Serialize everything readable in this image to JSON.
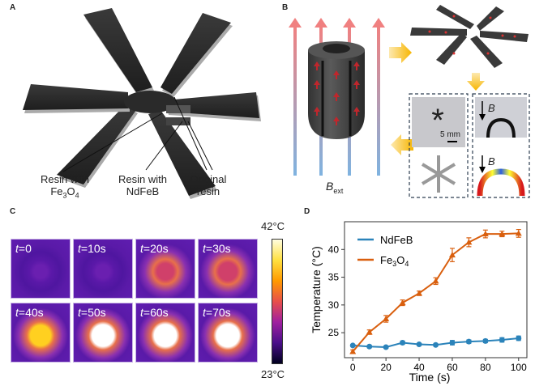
{
  "panels": {
    "a": {
      "letter": "A",
      "labels": [
        {
          "line1": "Resin with",
          "line2": "Fe",
          "sub1": "3",
          "mid": "O",
          "sub2": "4"
        },
        {
          "line1": "Resin with",
          "line2": "NdFeB"
        },
        {
          "line1": "Original",
          "line2": "resin"
        }
      ]
    },
    "b": {
      "letter": "B",
      "field_label": "B",
      "field_sub": "ext",
      "scale_bar": "5 mm",
      "force_label": "B"
    },
    "c": {
      "letter": "C",
      "frames": [
        {
          "label": "=0",
          "heat": 0
        },
        {
          "label": "=10s",
          "heat": 0.05
        },
        {
          "label": "=20s",
          "heat": 0.35
        },
        {
          "label": "=30s",
          "heat": 0.5
        },
        {
          "label": "=40s",
          "heat": 0.75
        },
        {
          "label": "=50s",
          "heat": 0.9
        },
        {
          "label": "=60s",
          "heat": 0.95
        },
        {
          "label": "=70s",
          "heat": 1.0
        }
      ],
      "time_symbol": "t",
      "colorbar_max": "42°C",
      "colorbar_min": "23°C"
    },
    "d": {
      "letter": "D"
    }
  },
  "colors": {
    "ndfeb": "#2b83ba",
    "fe3o4": "#d95f0e",
    "field_top": "#f08080",
    "field_bottom": "#7fb3e0",
    "yellow_arrow": "#f7b500"
  },
  "chart_data": {
    "type": "line",
    "xlabel": "Time (s)",
    "ylabel": "Temperature (°C)",
    "xlim": [
      -5,
      105
    ],
    "ylim": [
      20.5,
      45
    ],
    "xticks": [
      0,
      20,
      40,
      60,
      80,
      100
    ],
    "yticks": [
      25,
      30,
      35,
      40
    ],
    "grid": false,
    "legend": "top-left",
    "x": [
      0,
      10,
      20,
      30,
      40,
      50,
      60,
      70,
      80,
      90,
      100
    ],
    "series": [
      {
        "name": "NdFeB",
        "marker": "circle",
        "values": [
          22.7,
          22.5,
          22.4,
          23.2,
          22.9,
          22.8,
          23.2,
          23.4,
          23.5,
          23.7,
          24.0
        ],
        "errors": [
          0.2,
          0.2,
          0.2,
          0.3,
          0.2,
          0.2,
          0.4,
          0.3,
          0.3,
          0.4,
          0.4
        ]
      },
      {
        "name": "Fe3O4",
        "marker": "triangle",
        "values": [
          21.6,
          25.1,
          27.5,
          30.4,
          32.1,
          34.3,
          39.0,
          41.3,
          42.8,
          42.8,
          42.9
        ],
        "errors": [
          0.3,
          0.4,
          0.6,
          0.5,
          0.4,
          0.6,
          1.2,
          0.8,
          0.7,
          0.5,
          0.7
        ]
      }
    ]
  }
}
